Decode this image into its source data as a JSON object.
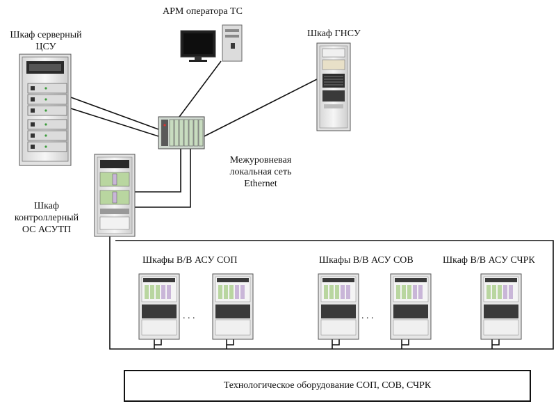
{
  "labels": {
    "server_cabinet": [
      "Шкаф серверный",
      "ЦСУ"
    ],
    "operator_ws": "АРМ оператора ТС",
    "gnsu_cabinet": "Шкаф ГНСУ",
    "network": [
      "Межуровневая",
      "локальная сеть",
      "Ethernet"
    ],
    "controller_cabinet": [
      "Шкаф",
      "контроллерный",
      "ОС АСУТП"
    ],
    "io_sop": "Шкафы В/В АСУ СОП",
    "io_sov": "Шкафы В/В АСУ СОВ",
    "io_schrk": "Шкаф В/В АСУ СЧРК",
    "dots": ". . .",
    "equipment": "Технологическое оборудование СОП, СОВ, СЧРК"
  },
  "colors": {
    "line": "#111111",
    "cabinet_frame": "#f4f4f4",
    "cabinet_dark": "#2a2a2a",
    "module_green": "#b9d6a0",
    "module_purple": "#c9b6d8"
  }
}
